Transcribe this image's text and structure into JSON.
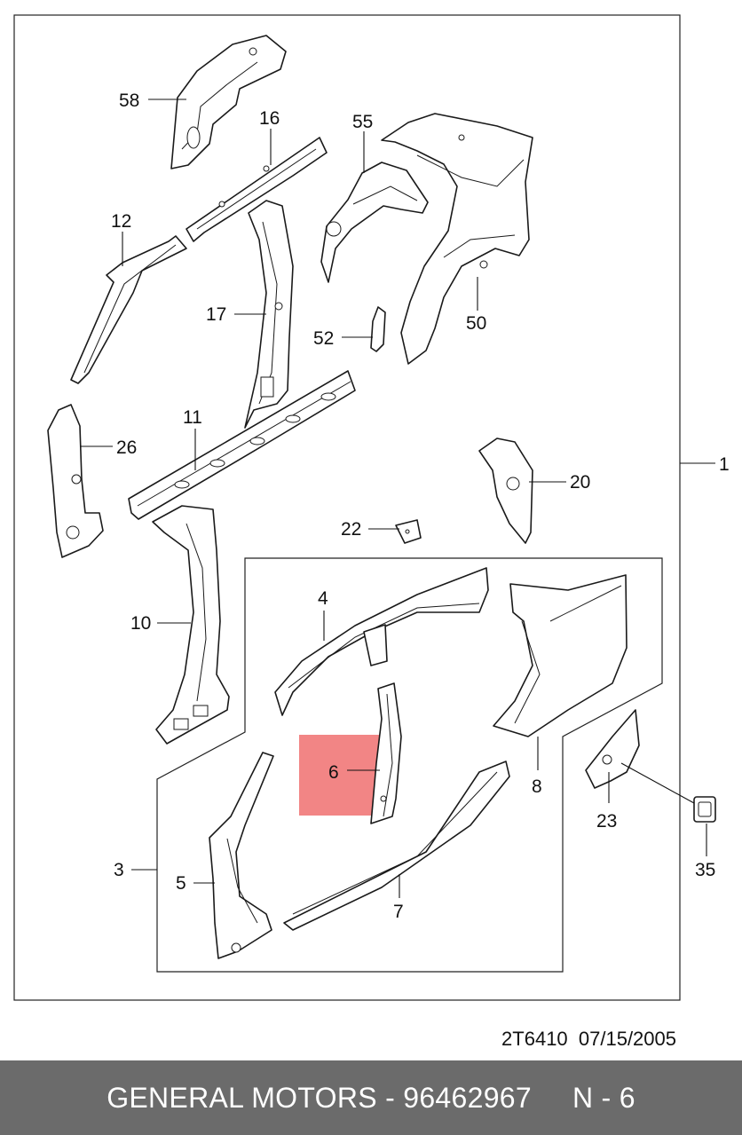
{
  "callouts": {
    "c1": "1",
    "c3": "3",
    "c4": "4",
    "c5": "5",
    "c6": "6",
    "c7": "7",
    "c8": "8",
    "c10": "10",
    "c11": "11",
    "c12": "12",
    "c16": "16",
    "c17": "17",
    "c20": "20",
    "c22": "22",
    "c23": "23",
    "c26": "26",
    "c35": "35",
    "c50": "50",
    "c52": "52",
    "c55": "55",
    "c58": "58"
  },
  "highlight": {
    "part": "6",
    "color": "#f07070"
  },
  "footer": {
    "drawing_code": "2T6410  07/15/2005"
  },
  "banner": {
    "brand": "GENERAL MOTORS",
    "part_number": "96462967",
    "page": "N - 6",
    "text": "GENERAL MOTORS - 96462967     N - 6"
  }
}
